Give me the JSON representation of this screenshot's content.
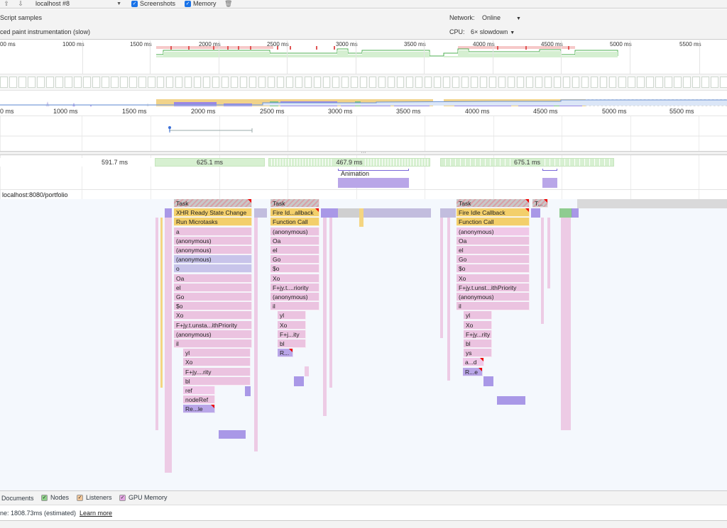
{
  "toolbar": {
    "target": "localhost #8",
    "screenshots_label": "Screenshots",
    "memory_label": "Memory",
    "upload_icon": "upload-icon",
    "download_icon": "download-icon",
    "trash_icon": "trash-icon"
  },
  "settings": {
    "script_samples": "Script samples",
    "paint_instrumentation": "ced paint instrumentation (slow)",
    "network_label": "Network:",
    "network_value": "Online",
    "cpu_label": "CPU:",
    "cpu_value": "6× slowdown"
  },
  "overview_ruler": [
    "00 ms",
    "1000 ms",
    "1500 ms",
    "2000 ms",
    "2500 ms",
    "3000 ms",
    "3500 ms",
    "4000 ms",
    "4500 ms",
    "5000 ms",
    "5500 ms"
  ],
  "main_ruler": [
    "0 ms",
    "1000 ms",
    "1500 ms",
    "2000 ms",
    "2500 ms",
    "3000 ms",
    "3500 ms",
    "4000 ms",
    "4500 ms",
    "5000 ms",
    "5500 ms"
  ],
  "frames": {
    "f1": "591.7 ms",
    "f2": "625.1 ms",
    "f3": "467.9 ms",
    "f4": "675.1 ms"
  },
  "animation_label": "Animation",
  "main_thread_label": "localhost:8080/portfolio",
  "flame": {
    "c1": [
      "Task",
      "XHR Ready State Change",
      "Run Microtasks",
      "a",
      "(anonymous)",
      "(anonymous)",
      "(anonymous)",
      "o",
      "Oa",
      "el",
      "Go",
      "$o",
      "Xo",
      "F+jy.t.unsta...ithPriority",
      "(anonymous)",
      "il",
      "yl",
      "Xo",
      "F+jy....rity",
      "bl",
      "ref",
      "nodeRef",
      "Re...le"
    ],
    "c2": [
      "Task",
      "Fire Id...allback",
      "Function Call",
      "(anonymous)",
      "Oa",
      "el",
      "Go",
      "$o",
      "Xo",
      "F+jy.t....riority",
      "(anonymous)",
      "il",
      "yl",
      "Xo",
      "F+j...ity",
      "bl",
      "R..."
    ],
    "c3": [
      "Task",
      "Fire Idle Callback",
      "Function Call",
      "(anonymous)",
      "Oa",
      "el",
      "Go",
      "$o",
      "Xo",
      "F+jy.t.unst...ithPriority",
      "(anonymous)",
      "il",
      "yl",
      "Xo",
      "F+jy...rity",
      "bl",
      "ys",
      "a...d",
      "R...e"
    ],
    "c4_task": "T..."
  },
  "legend": {
    "documents": "Documents",
    "nodes": "Nodes",
    "listeners": "Listeners",
    "gpu": "GPU Memory"
  },
  "status": {
    "text": "ne: 1808.73ms (estimated)",
    "link": "Learn more"
  },
  "colors": {
    "accent": "#1a73e8",
    "frame_green": "#d7f0d1",
    "task_yellow": "#f3cf6b",
    "script_pink": "#ebc3e0",
    "render_purple": "#b9a6e8"
  }
}
